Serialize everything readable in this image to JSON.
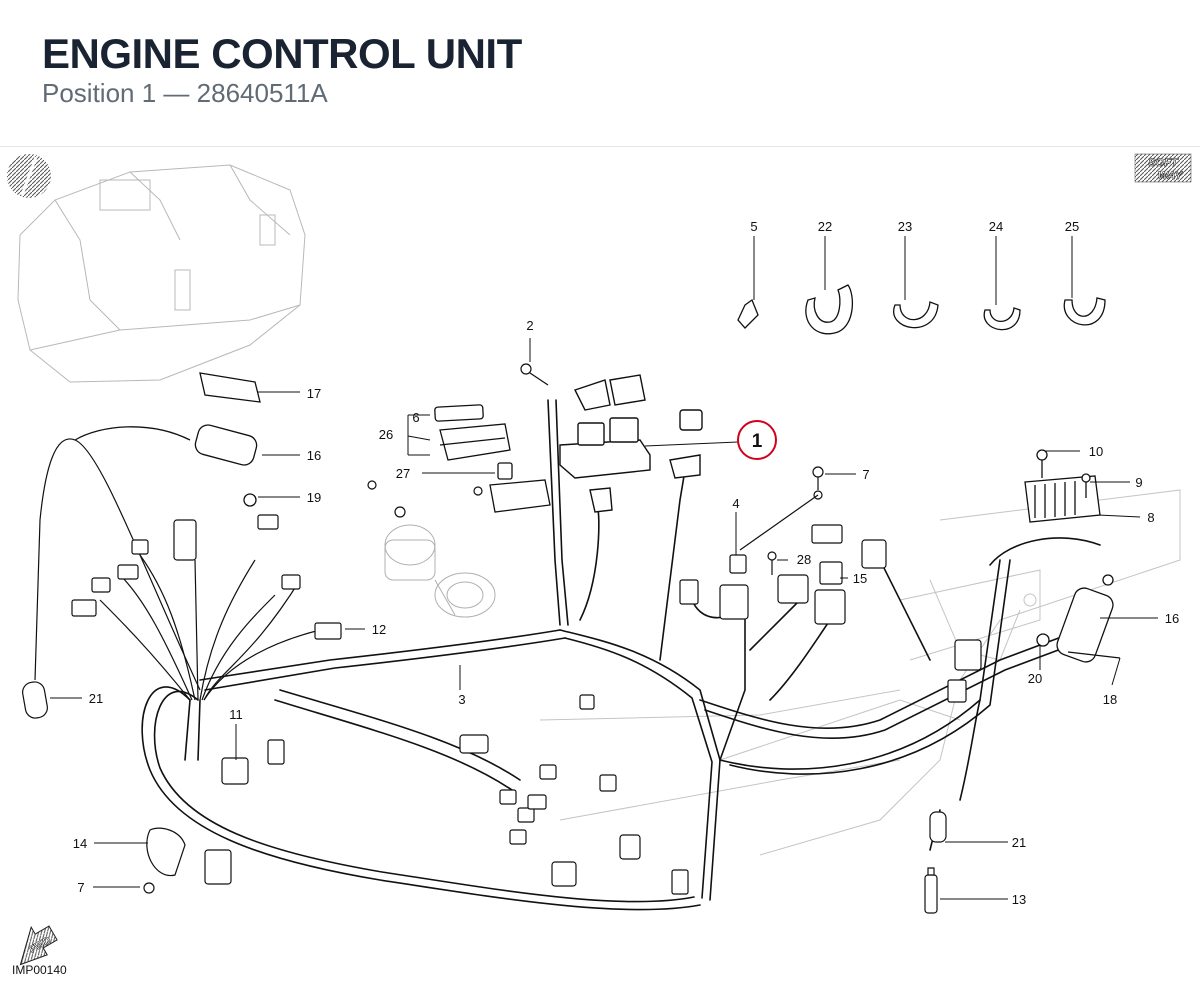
{
  "header": {
    "title": "ENGINE CONTROL UNIT",
    "position_label": "Position 1",
    "separator": "—",
    "part_number": "28640511A"
  },
  "diagram": {
    "brand_badge_line1": "SOFT",
    "brand_badge_line2": "WAY",
    "fwd_label": "FWD",
    "image_code": "IMP00140",
    "highlighted_callout": "1",
    "callouts": [
      "1",
      "2",
      "3",
      "4",
      "5",
      "6",
      "7",
      "7",
      "8",
      "9",
      "10",
      "11",
      "12",
      "13",
      "14",
      "15",
      "16",
      "16",
      "17",
      "18",
      "19",
      "20",
      "21",
      "21",
      "22",
      "23",
      "24",
      "25",
      "26",
      "27",
      "28"
    ]
  },
  "colors": {
    "title": "#1a2332",
    "subtitle": "#616b76",
    "highlight": "#d0021b",
    "line": "#111111",
    "ghost": "#b8b8b8"
  }
}
